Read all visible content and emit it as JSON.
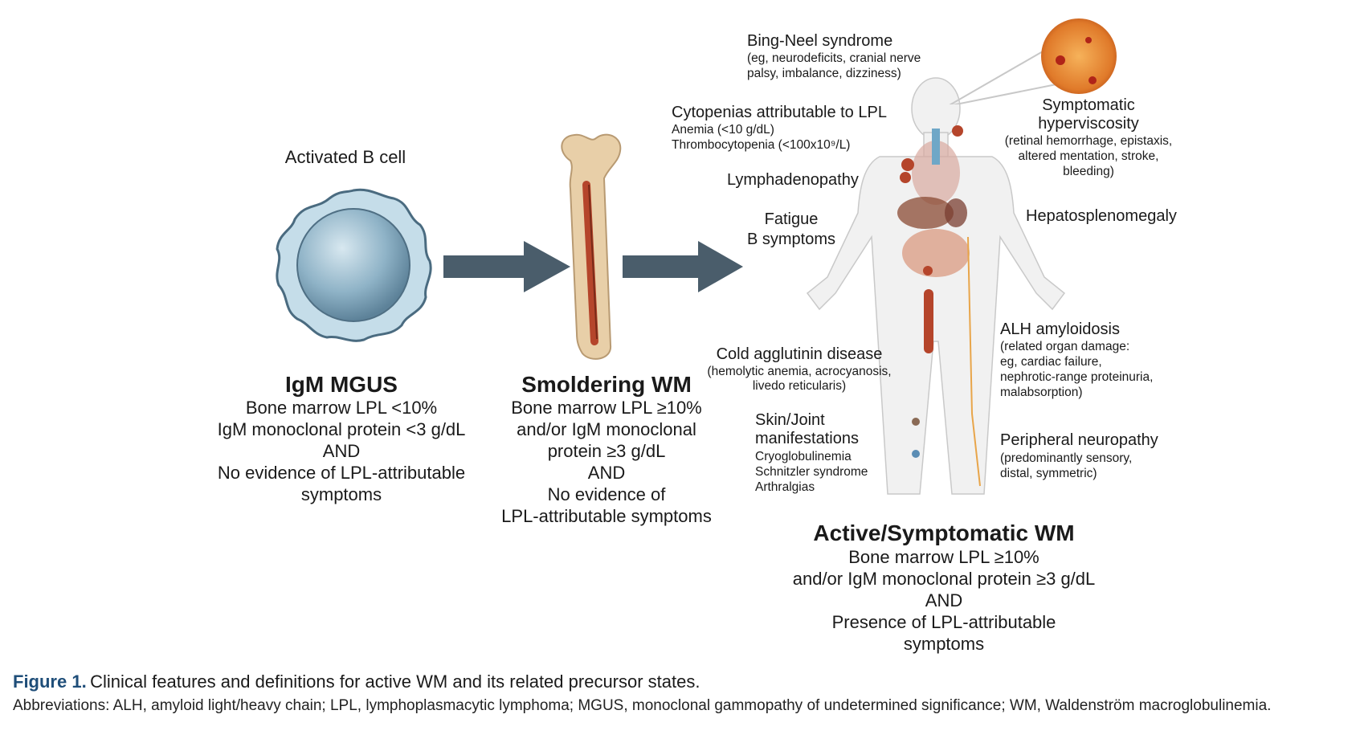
{
  "activated_cell_label": "Activated B cell",
  "stages": {
    "mgus": {
      "title": "IgM MGUS",
      "lines": [
        "Bone marrow LPL <10%",
        "IgM monoclonal protein <3 g/dL",
        "AND",
        "No evidence of LPL-attributable",
        "symptoms"
      ]
    },
    "smoldering": {
      "title": "Smoldering WM",
      "lines": [
        "Bone marrow LPL ≥10%",
        "and/or IgM monoclonal",
        "protein ≥3 g/dL",
        "AND",
        "No evidence of",
        "LPL-attributable symptoms"
      ]
    },
    "active": {
      "title": "Active/Symptomatic  WM",
      "lines": [
        "Bone marrow LPL ≥10%",
        "and/or IgM monoclonal protein ≥3 g/dL",
        "AND",
        "Presence of LPL-attributable",
        "symptoms"
      ]
    }
  },
  "features": {
    "bing_neel": {
      "title": "Bing-Neel syndrome",
      "lines": [
        "(eg, neurodeficits, cranial nerve",
        "palsy, imbalance, dizziness)"
      ]
    },
    "cytopenias": {
      "title": "Cytopenias attributable to LPL",
      "lines": [
        "Anemia (<10 g/dL)",
        "Thrombocytopenia (<100x10⁹/L)"
      ]
    },
    "hyperviscosity": {
      "title_lines": [
        "Symptomatic",
        "hyperviscosity"
      ],
      "lines": [
        "(retinal hemorrhage, epistaxis,",
        "altered mentation, stroke,",
        "bleeding)"
      ]
    },
    "lymphadenopathy": {
      "title": "Lymphadenopathy"
    },
    "fatigue": {
      "title_lines": [
        "Fatigue",
        "B symptoms"
      ]
    },
    "hepatosplenomegaly": {
      "title": "Hepatosplenomegaly"
    },
    "alh": {
      "title": "ALH amyloidosis",
      "lines": [
        "(related organ damage:",
        "eg, cardiac failure,",
        "nephrotic-range proteinuria,",
        "malabsorption)"
      ]
    },
    "cold_agglutinin": {
      "title": "Cold agglutinin disease",
      "lines": [
        "(hemolytic anemia, acrocyanosis,",
        "livedo reticularis)"
      ]
    },
    "skin_joint": {
      "title_lines": [
        "Skin/Joint",
        "manifestations"
      ],
      "lines": [
        "Cryoglobulinemia",
        "Schnitzler syndrome",
        "Arthralgias"
      ]
    },
    "neuropathy": {
      "title": "Peripheral neuropathy",
      "lines": [
        "(predominantly sensory,",
        "distal, symmetric)"
      ]
    }
  },
  "caption": {
    "label": "Figure 1.",
    "text": "Clinical features and definitions for active WM and its related precursor states.",
    "abbreviations": "Abbreviations: ALH, amyloid light/heavy chain; LPL, lymphoplasmacytic lymphoma; MGUS, monoclonal gammopathy of undetermined significance; WM, Waldenström macroglobulinemia."
  },
  "colors": {
    "arrow": "#4a5d6b",
    "cell": "#9fc4d8",
    "bone": "#e8cfa8",
    "marrow": "#b5452b",
    "caption_label": "#1f4e79"
  }
}
